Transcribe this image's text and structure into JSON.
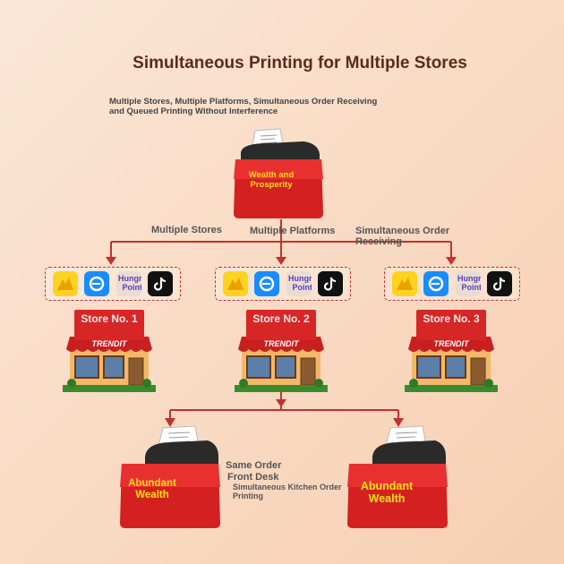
{
  "title": "Simultaneous Printing for Multiple Stores",
  "subtitle": "Multiple Stores, Multiple Platforms, Simultaneous Order Receiving and Queued Printing Without Interference",
  "top_printer_label": "Wealth and Prosperity",
  "labels": {
    "multiple_stores": "Multiple Stores",
    "multiple_platforms": "Multiple Platforms",
    "simultaneous_order": "Simultaneous Order Receiving",
    "same_order": "Same Order",
    "front_desk": "Front Desk",
    "kitchen": "Simultaneous Kitchen Order Printing"
  },
  "platform_hungry_point": "Hungry Point",
  "store_brand": "TRENDIT",
  "stores": [
    {
      "sign": "Store No. 1"
    },
    {
      "sign": "Store No. 2"
    },
    {
      "sign": "Store No. 3"
    }
  ],
  "bottom_printers": [
    {
      "label": "Abundant Wealth"
    },
    {
      "label": "Abundant Wealth"
    }
  ],
  "colors": {
    "accent_red": "#d62626",
    "line_red": "#c53030",
    "title": "#5a2c1e"
  }
}
